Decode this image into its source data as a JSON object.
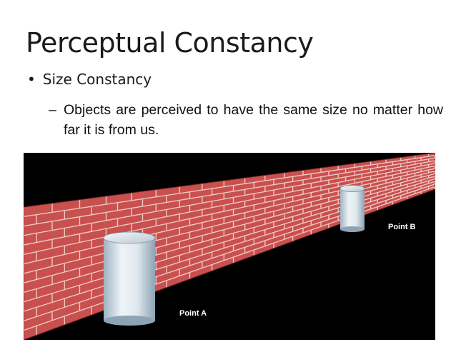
{
  "slide": {
    "title": "Perceptual Constancy",
    "bullet": "Size Constancy",
    "sub_dash": "–",
    "sub_text": "Objects are perceived to have the same size no matter how far it is from us."
  },
  "figure": {
    "label_a": "Point A",
    "label_b": "Point B",
    "colors": {
      "background": "#000000",
      "brick": "#c8504e",
      "mortar": "#f0c6c2",
      "cylinder": "#cfdbe4"
    }
  }
}
